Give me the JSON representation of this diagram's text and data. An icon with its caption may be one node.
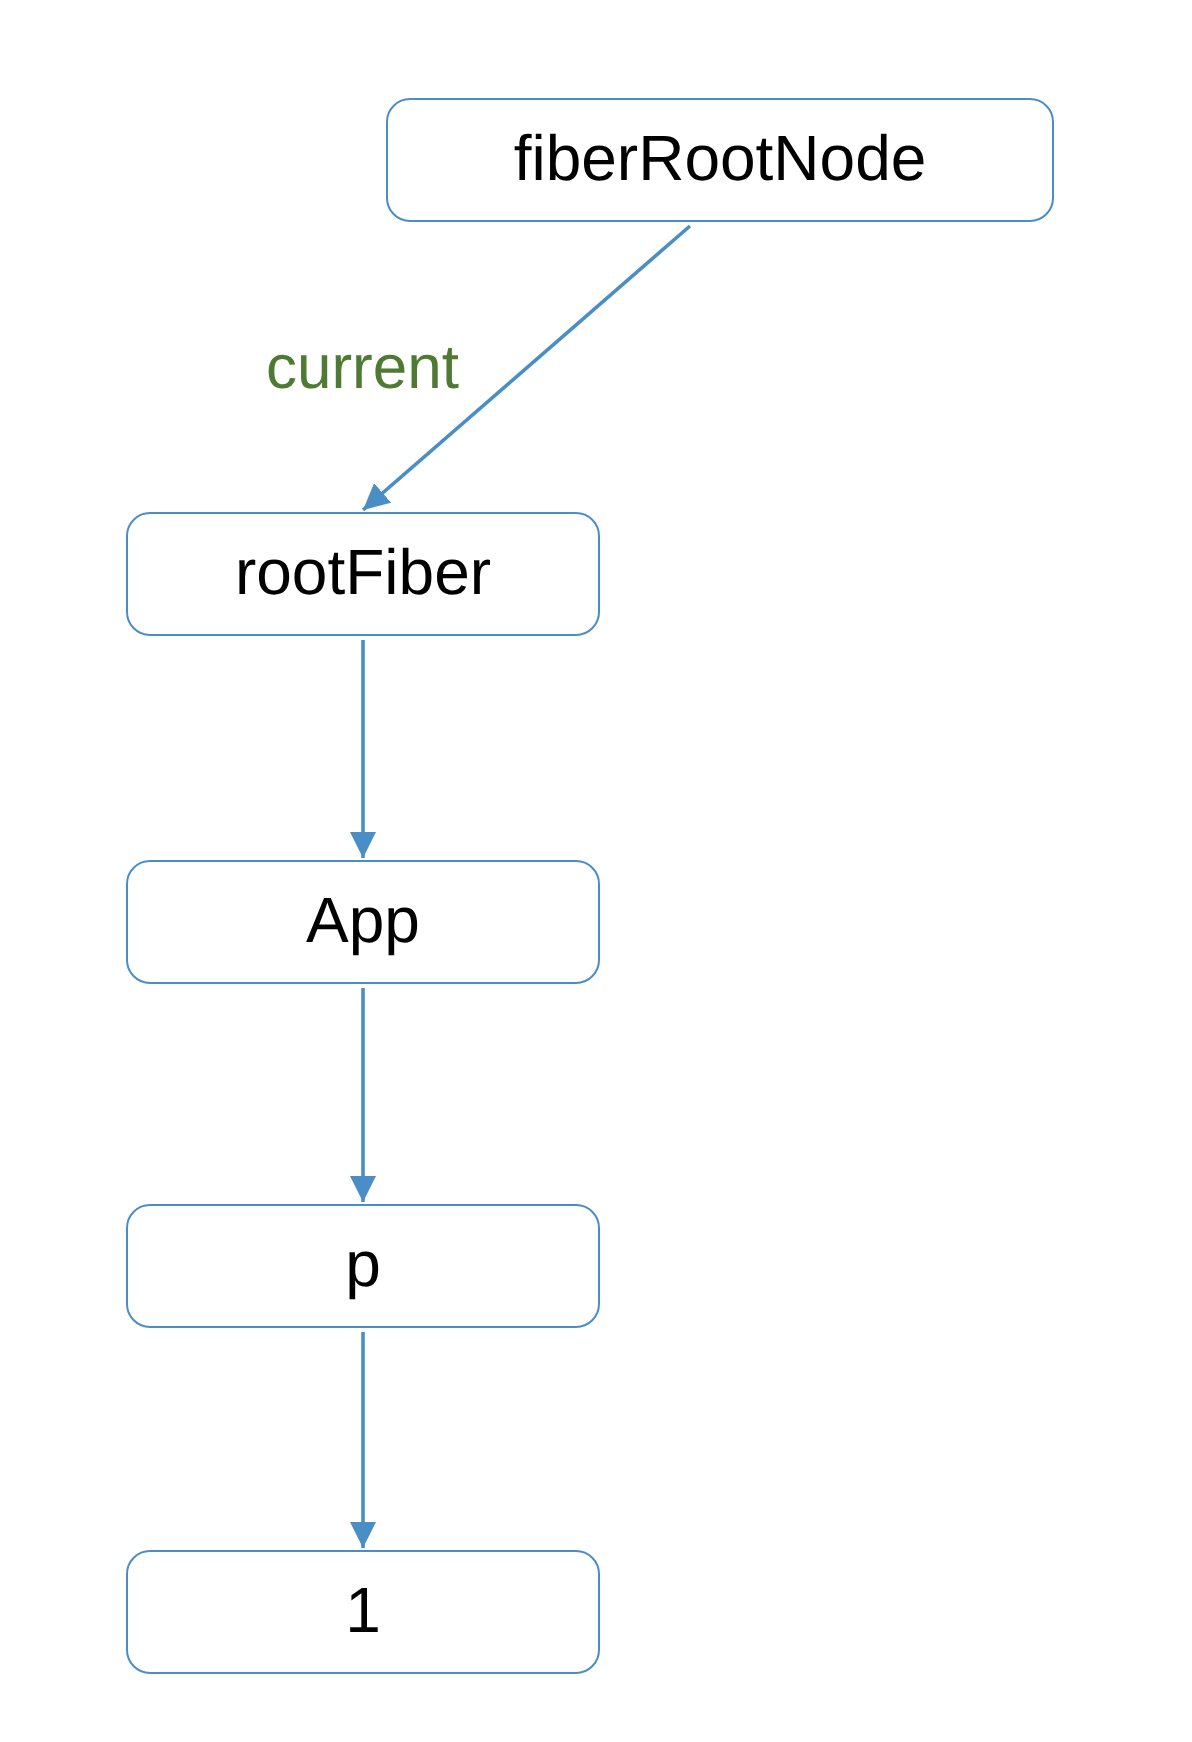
{
  "diagram": {
    "nodes": [
      {
        "text": [
          "fiberRootNode"
        ]
      },
      {
        "text": [
          "rootFiber"
        ]
      },
      {
        "text": [
          "App"
        ]
      },
      {
        "text": [
          "p"
        ]
      },
      {
        "text": [
          "1"
        ]
      }
    ],
    "edges": [
      {
        "from": 0,
        "to": 1,
        "arrow": "to",
        "label": "current"
      },
      {
        "from": 1,
        "to": 2,
        "arrow": "to"
      },
      {
        "from": 2,
        "to": 3,
        "arrow": "to"
      },
      {
        "from": 3,
        "to": 4,
        "arrow": "to"
      }
    ]
  }
}
